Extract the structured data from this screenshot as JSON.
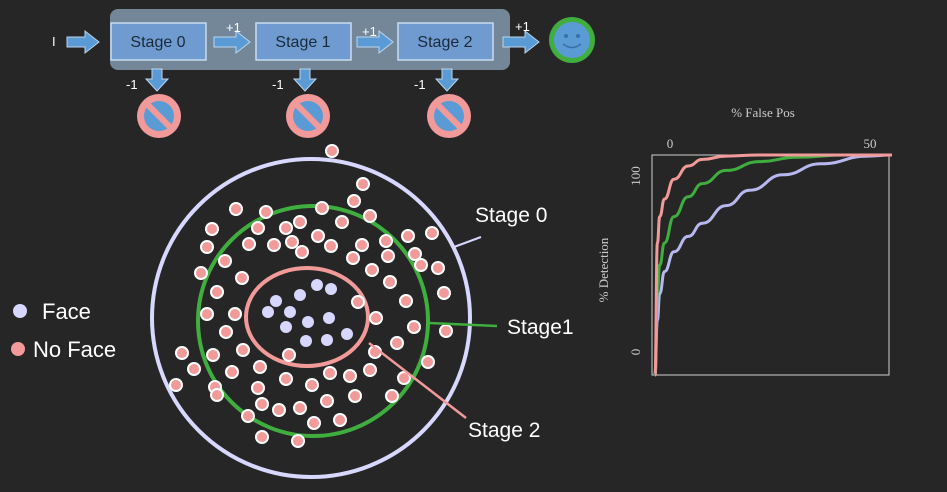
{
  "pipeline": {
    "input_label": "I",
    "stages": [
      "Stage 0",
      "Stage 1",
      "Stage 2"
    ],
    "pass_label": "+1",
    "reject_label": "-1"
  },
  "diagram": {
    "labels": [
      "Stage 0",
      "Stage1",
      "Stage 2"
    ],
    "colors": {
      "stage0": "#d8d8ff",
      "stage1": "#3fae3f",
      "stage2": "#f29a9a",
      "face": "#d6d6ff",
      "noface": "#f29a9a"
    }
  },
  "legend": {
    "face": "Face",
    "noface": "No Face"
  },
  "chart_data": {
    "type": "line",
    "xlabel": "% False Pos",
    "ylabel": "% Detection",
    "xticks": [
      "0",
      "50"
    ],
    "yticks": [
      "0",
      "100"
    ],
    "xlim": [
      0,
      50
    ],
    "ylim": [
      0,
      100
    ],
    "series": [
      {
        "color": "#f29a9a",
        "x": [
          0,
          0.5,
          1,
          2,
          4,
          7,
          10,
          15,
          22,
          30,
          50
        ],
        "y": [
          0,
          60,
          72,
          80,
          89,
          95,
          98,
          99.5,
          100,
          100,
          100
        ]
      },
      {
        "color": "#3fae3f",
        "x": [
          0,
          0.5,
          1,
          2,
          4,
          7,
          10,
          15,
          22,
          30,
          40,
          50
        ],
        "y": [
          0,
          38,
          50,
          60,
          72,
          81,
          87,
          93,
          97,
          99,
          100,
          100
        ]
      },
      {
        "color": "#b8b8f0",
        "x": [
          0,
          0.5,
          1,
          2,
          4,
          7,
          10,
          15,
          20,
          27,
          35,
          45,
          50
        ],
        "y": [
          0,
          25,
          37,
          47,
          56,
          63,
          69,
          77,
          84,
          91,
          96,
          99.5,
          100
        ]
      }
    ]
  }
}
